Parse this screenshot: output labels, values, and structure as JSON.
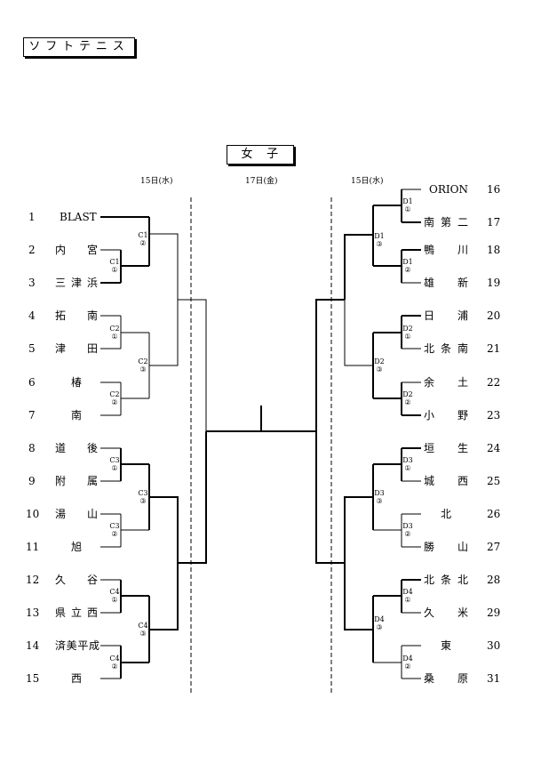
{
  "title": "ソフトテニス",
  "section": "女　子",
  "dates": {
    "left": "15日(水)",
    "center": "17日(金)",
    "right": "15日(水)"
  },
  "left_entries": [
    {
      "no": "1",
      "team": "BLAST"
    },
    {
      "no": "2",
      "team": "内宮"
    },
    {
      "no": "3",
      "team": "三津浜"
    },
    {
      "no": "4",
      "team": "拓南"
    },
    {
      "no": "5",
      "team": "津田"
    },
    {
      "no": "6",
      "team": "椿"
    },
    {
      "no": "7",
      "team": "南"
    },
    {
      "no": "8",
      "team": "道後"
    },
    {
      "no": "9",
      "team": "附属"
    },
    {
      "no": "10",
      "team": "湯山"
    },
    {
      "no": "11",
      "team": "旭"
    },
    {
      "no": "12",
      "team": "久谷"
    },
    {
      "no": "13",
      "team": "県立西"
    },
    {
      "no": "14",
      "team": "済美平成"
    },
    {
      "no": "15",
      "team": "西"
    }
  ],
  "right_entries": [
    {
      "no": "16",
      "team": "ORION"
    },
    {
      "no": "17",
      "team": "南第二"
    },
    {
      "no": "18",
      "team": "鴨川"
    },
    {
      "no": "19",
      "team": "雄新"
    },
    {
      "no": "20",
      "team": "日浦"
    },
    {
      "no": "21",
      "team": "北条南"
    },
    {
      "no": "22",
      "team": "余土"
    },
    {
      "no": "23",
      "team": "小野"
    },
    {
      "no": "24",
      "team": "垣生"
    },
    {
      "no": "25",
      "team": "城西"
    },
    {
      "no": "26",
      "team": "北"
    },
    {
      "no": "27",
      "team": "勝山"
    },
    {
      "no": "28",
      "team": "北条北"
    },
    {
      "no": "29",
      "team": "久米"
    },
    {
      "no": "30",
      "team": "東"
    },
    {
      "no": "31",
      "team": "桑原"
    }
  ],
  "match_labels": {
    "C1_2": [
      "C1",
      "②"
    ],
    "C1_1": [
      "C1",
      "①"
    ],
    "C2_1": [
      "C2",
      "①"
    ],
    "C2_3": [
      "C2",
      "③"
    ],
    "C2_2": [
      "C2",
      "②"
    ],
    "C3_1": [
      "C3",
      "①"
    ],
    "C3_3": [
      "C3",
      "③"
    ],
    "C3_2": [
      "C3",
      "②"
    ],
    "C4_1": [
      "C4",
      "①"
    ],
    "C4_3": [
      "C4",
      "③"
    ],
    "C4_2": [
      "C4",
      "②"
    ],
    "D1_1": [
      "D1",
      "①"
    ],
    "D1_3": [
      "D1",
      "③"
    ],
    "D1_2": [
      "D1",
      "②"
    ],
    "D2_1": [
      "D2",
      "①"
    ],
    "D2_3": [
      "D2",
      "③"
    ],
    "D2_2": [
      "D2",
      "②"
    ],
    "D3_1": [
      "D3",
      "①"
    ],
    "D3_3": [
      "D3",
      "③"
    ],
    "D3_2": [
      "D3",
      "②"
    ],
    "D4_1": [
      "D4",
      "①"
    ],
    "D4_3": [
      "D4",
      "③"
    ],
    "D4_2": [
      "D4",
      "②"
    ]
  }
}
